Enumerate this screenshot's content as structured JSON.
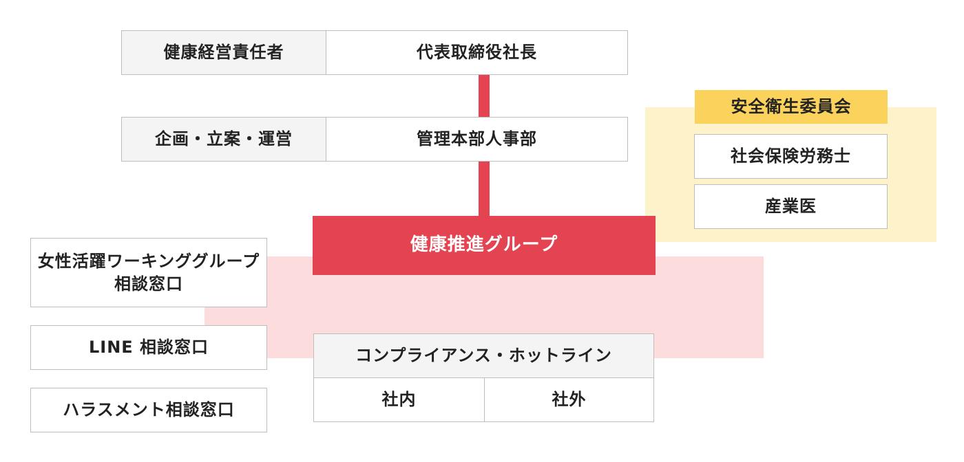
{
  "colors": {
    "accent_red": "#e44451",
    "pink_background": "#fcdcdc",
    "yellow_background": "#fdf2c9",
    "yellow_title": "#fbd25b",
    "gray_cell": "#f4f4f4",
    "border": "#bdbdbd"
  },
  "top_row": {
    "role_label": "健康経営責任者",
    "role_value": "代表取締役社長"
  },
  "second_row": {
    "role_label": "企画・立案・運営",
    "role_value": "管理本部人事部"
  },
  "main_group": "健康推進グループ",
  "committee": {
    "title": "安全衛生委員会",
    "members": [
      "社会保険労務士",
      "産業医"
    ]
  },
  "consultation_windows": {
    "items": [
      "女性活躍ワーキンググループ\n相談窓口",
      "LINE 相談窓口",
      "ハラスメント相談窓口"
    ]
  },
  "hotline": {
    "title": "コンプライアンス・ホットライン",
    "internal": "社内",
    "external": "社外"
  }
}
